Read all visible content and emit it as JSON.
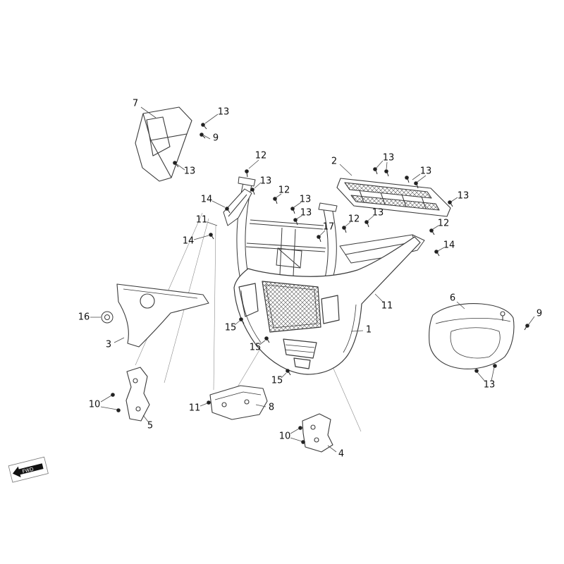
{
  "page": {
    "background": "#ffffff",
    "line_color": "#3a3a3a",
    "label_color": "#111111"
  },
  "fwd_marker": {
    "label": "FWD"
  },
  "callouts": [
    {
      "label": "7"
    },
    {
      "label": "13"
    },
    {
      "label": "9"
    },
    {
      "label": "13"
    },
    {
      "label": "12"
    },
    {
      "label": "13"
    },
    {
      "label": "2"
    },
    {
      "label": "13"
    },
    {
      "label": "13"
    },
    {
      "label": "12"
    },
    {
      "label": "14"
    },
    {
      "label": "13"
    },
    {
      "label": "13"
    },
    {
      "label": "11"
    },
    {
      "label": "13"
    },
    {
      "label": "12"
    },
    {
      "label": "17"
    },
    {
      "label": "13"
    },
    {
      "label": "12"
    },
    {
      "label": "14"
    },
    {
      "label": "14"
    },
    {
      "label": "11"
    },
    {
      "label": "16"
    },
    {
      "label": "6"
    },
    {
      "label": "9"
    },
    {
      "label": "3"
    },
    {
      "label": "15"
    },
    {
      "label": "1"
    },
    {
      "label": "15"
    },
    {
      "label": "13"
    },
    {
      "label": "15"
    },
    {
      "label": "10"
    },
    {
      "label": "11"
    },
    {
      "label": "8"
    },
    {
      "label": "5"
    },
    {
      "label": "10"
    },
    {
      "label": "4"
    }
  ]
}
